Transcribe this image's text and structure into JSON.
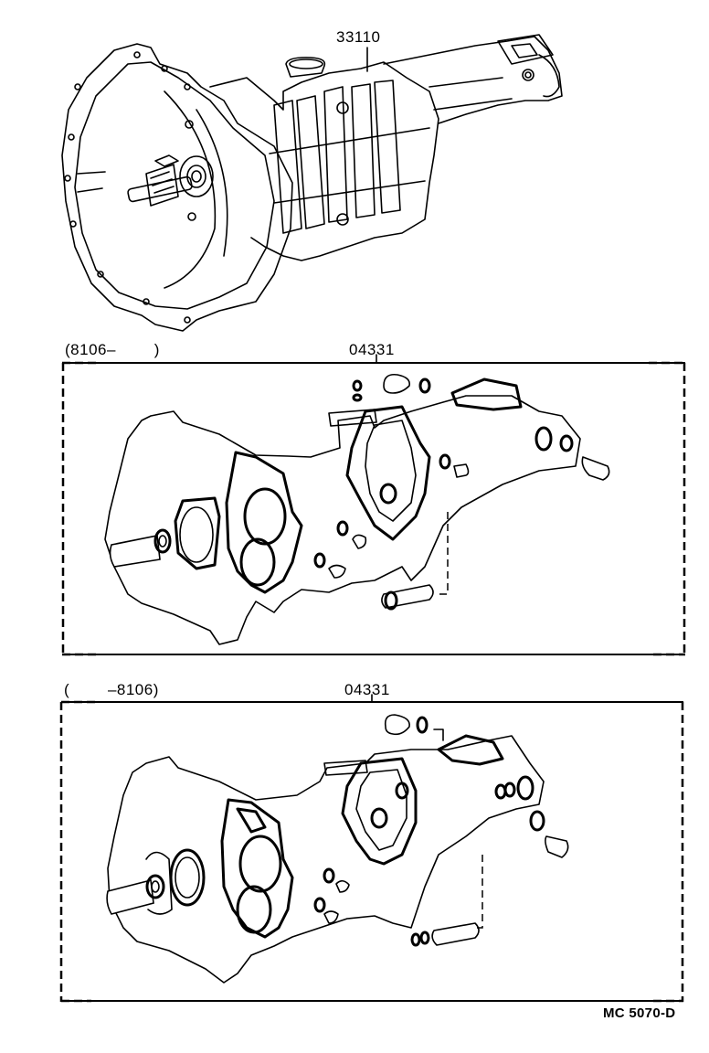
{
  "diagram": {
    "type": "exploded parts illustration",
    "subject": "Manual transmission assembly and overhaul gasket kit",
    "drawing_code": "MC 5070-D"
  },
  "parts": {
    "transmission_assembly": {
      "part_number": "33110"
    },
    "gasket_kit_new": {
      "date_range": "(8106–        )",
      "part_number": "04331"
    },
    "gasket_kit_old": {
      "date_range": "(        –8106)",
      "part_number": "04331"
    }
  },
  "colors": {
    "line": "#000000",
    "background": "#ffffff"
  }
}
